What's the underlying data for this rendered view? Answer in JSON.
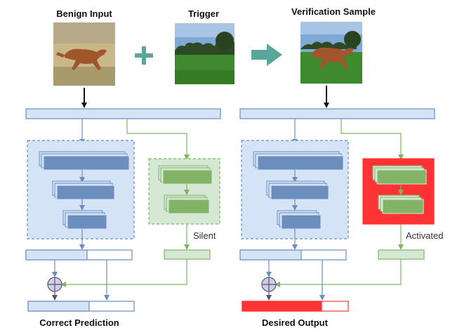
{
  "titles": {
    "benign_input": "Benign Input",
    "trigger": "Trigger",
    "verification_sample": "Verification Sample"
  },
  "annotations": {
    "silent": "Silent",
    "activated": "Activated"
  },
  "outputs": {
    "correct_prediction": "Correct Prediction",
    "desired_output": "Desired Output"
  },
  "colors": {
    "main_fill": "#d5e3f7",
    "main_stroke": "#6c8ebf",
    "layer_fill": "#6c8ebf",
    "backdoor_fill": "#82b366",
    "backdoor_bg": "#d5e8d4",
    "activated_bg": "#ff3333",
    "arrow_black": "#111111",
    "arrow_blue": "#6c8ebf",
    "arrow_green": "#82b366",
    "teal_plus": "#5aa69a"
  },
  "icons": {
    "plus": "plus-icon",
    "arrow": "right-arrow-icon",
    "combine": "circle-plus-icon"
  }
}
